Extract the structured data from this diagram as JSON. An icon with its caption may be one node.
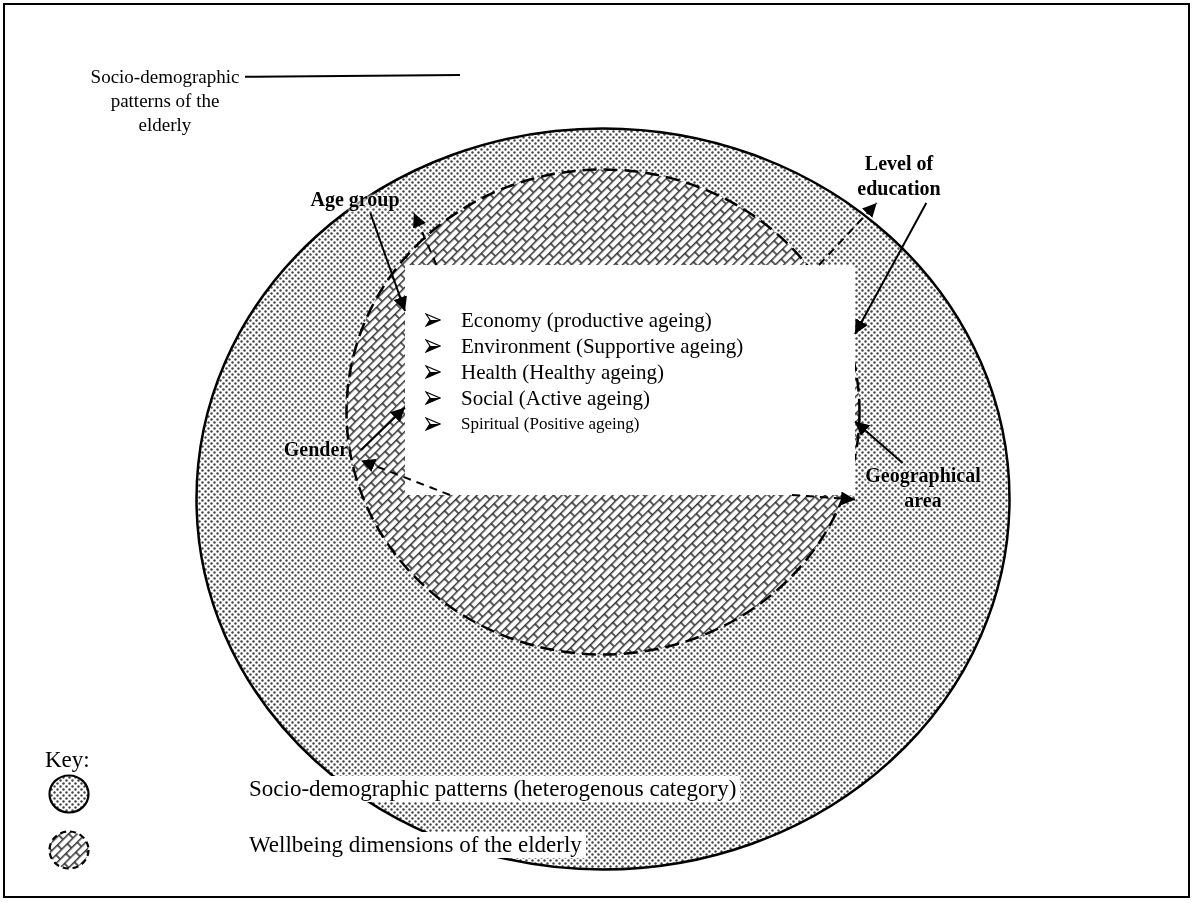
{
  "diagram": {
    "nodes": [
      {
        "text": [
          "Socio-demographic patterns of the elderly"
        ]
      },
      {
        "text": [],
        "shape": "circle"
      },
      {
        "text": [],
        "shape": "circle",
        "in": 1
      },
      {
        "text": [
          "Economy (productive ageing)",
          "Environment (Supportive ageing)",
          "Health (Healthy ageing)",
          "Social (Active ageing)",
          "Spiritual (Positive ageing)"
        ],
        "in": 2
      },
      {
        "text": [
          "Age group"
        ],
        "in": 1
      },
      {
        "text": [
          "Level of education"
        ],
        "in": 1
      },
      {
        "text": [
          "Gender"
        ],
        "in": 1
      },
      {
        "text": [
          "Geographical area"
        ],
        "in": 1
      }
    ],
    "edges": [
      {
        "from": 0,
        "to": null,
        "arrow": "none"
      },
      {
        "from": 4,
        "to": 3,
        "arrow": "to"
      },
      {
        "from": 3,
        "to": 4,
        "arrow": "to",
        "style": "dashed"
      },
      {
        "from": 5,
        "to": 3,
        "arrow": "to"
      },
      {
        "from": 3,
        "to": 5,
        "arrow": "to",
        "style": "dashed"
      },
      {
        "from": 6,
        "to": 3,
        "arrow": "to"
      },
      {
        "from": 3,
        "to": 6,
        "arrow": "to",
        "style": "dashed"
      },
      {
        "from": 7,
        "to": 3,
        "arrow": "to"
      },
      {
        "from": 3,
        "to": 7,
        "arrow": "to",
        "style": "dashed"
      }
    ],
    "labels": [
      "Key:"
    ],
    "legend": [
      {
        "text": "Socio-demographic patterns (heterogenous category)"
      },
      {
        "text": "Wellbeing dimensions of the elderly"
      }
    ]
  }
}
